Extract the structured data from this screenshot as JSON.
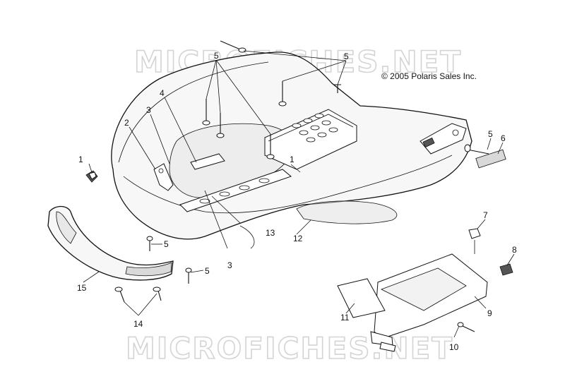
{
  "watermark_text": "MICROFICHES.NET",
  "copyright": "© 2005 Polaris Sales Inc.",
  "callouts": {
    "c1a": "1",
    "c1b": "1",
    "c2": "2",
    "c3a": "3",
    "c3b": "3",
    "c4": "4",
    "c5a": "5",
    "c5b": "5",
    "c5c": "5",
    "c5d": "5",
    "c5e": "5",
    "c6": "6",
    "c7": "7",
    "c8": "8",
    "c9": "9",
    "c10": "10",
    "c11": "11",
    "c12": "12",
    "c13": "13",
    "c14": "14",
    "c15": "15"
  }
}
